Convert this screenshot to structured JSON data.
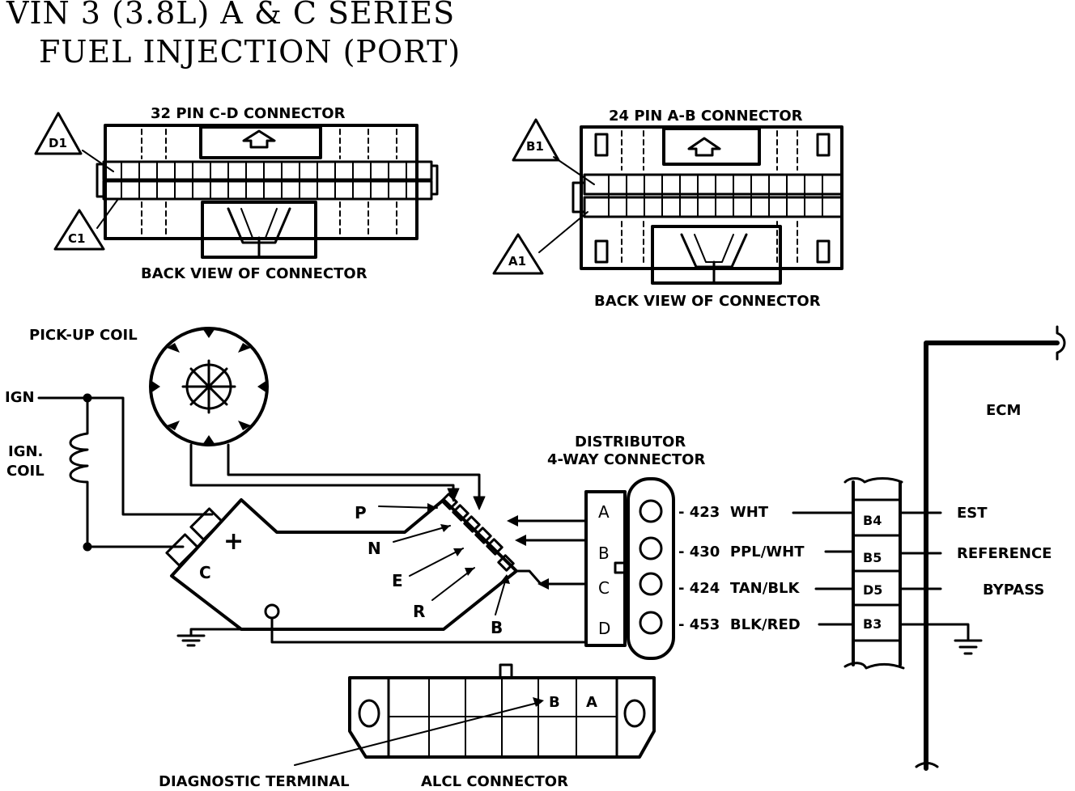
{
  "title": {
    "line1": "VIN 3 (3.8L) A & C SERIES",
    "line2": "FUEL INJECTION (PORT)"
  },
  "connector_cd": {
    "name": "32 PIN C-D CONNECTOR",
    "view": "BACK VIEW OF CONNECTOR",
    "markers": [
      "D1",
      "C1"
    ]
  },
  "connector_ab": {
    "name": "24 PIN A-B CONNECTOR",
    "view": "BACK VIEW OF CONNECTOR",
    "markers": [
      "B1",
      "A1"
    ]
  },
  "ignition": {
    "pickup_coil": "PICK-UP COIL",
    "ign": "IGN",
    "ign_coil_line1": "IGN.",
    "ign_coil_line2": "COIL",
    "module_terminals": [
      "+",
      "C"
    ],
    "module_pins": [
      "P",
      "N",
      "E",
      "R",
      "B"
    ]
  },
  "distributor_connector": {
    "title_line1": "DISTRIBUTOR",
    "title_line2": "4-WAY CONNECTOR",
    "pins": [
      "A",
      "B",
      "C",
      "D"
    ]
  },
  "wires": [
    {
      "circuit": "423",
      "color": "WHT",
      "ecm_pin": "B4",
      "function": "EST"
    },
    {
      "circuit": "430",
      "color": "PPL/WHT",
      "ecm_pin": "B5",
      "function": "REFERENCE"
    },
    {
      "circuit": "424",
      "color": "TAN/BLK",
      "ecm_pin": "D5",
      "function": "BYPASS"
    },
    {
      "circuit": "453",
      "color": "BLK/RED",
      "ecm_pin": "B3",
      "function": ""
    }
  ],
  "ecm": {
    "label": "ECM"
  },
  "alcl": {
    "label": "ALCL CONNECTOR",
    "diagnostic": "DIAGNOSTIC TERMINAL",
    "pins": [
      "B",
      "A"
    ]
  }
}
